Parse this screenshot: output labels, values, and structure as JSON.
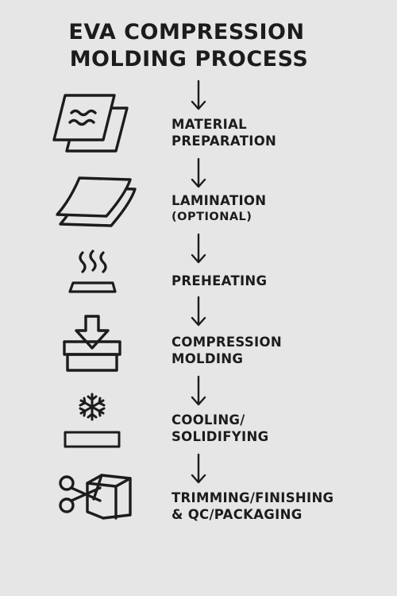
{
  "title": {
    "line1": "EVA COMPRESSION",
    "line2": "MOLDING PROCESS"
  },
  "steps": [
    {
      "line1": "MATERIAL",
      "line2": "PREPARATION",
      "icon": "sheets-icon"
    },
    {
      "line1": "LAMINATION",
      "line2": "(OPTIONAL)",
      "icon": "layered-sheets-icon"
    },
    {
      "line1": "PREHEATING",
      "icon": "heat-plate-icon"
    },
    {
      "line1": "COMPRESSION",
      "line2": "MOLDING",
      "icon": "press-mold-icon"
    },
    {
      "line1": "COOLING/",
      "line2": "SOLIDIFYING",
      "icon": "snowflake-icon"
    },
    {
      "line1": "TRIMMING/FINISHING",
      "line2": "& QC/PACKAGING",
      "icon": "scissors-box-icon"
    }
  ],
  "colors": {
    "background": "#e6e6e6",
    "ink": "#1c1c1c"
  }
}
